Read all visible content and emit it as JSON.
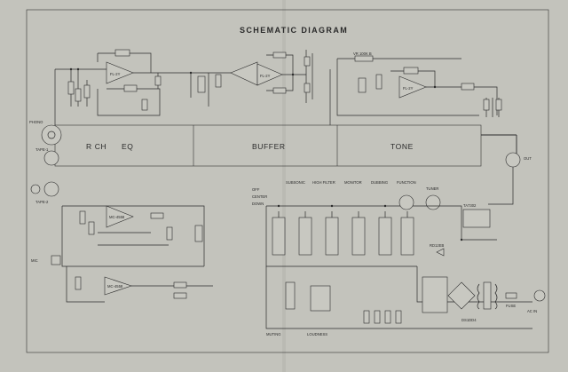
{
  "diagram": {
    "title": "SCHEMATIC DIAGRAM",
    "blocks": {
      "left": {
        "channel": "R CH",
        "name": "EQ"
      },
      "middle": "BUFFER",
      "right": "TONE"
    },
    "legend": {
      "header": [
        "SUBSONIC",
        "HIGH FILTER",
        "MONITOR",
        "DUBBING",
        "FUNCTION"
      ],
      "rows": [
        "OFF",
        "CENTER",
        "DOWN"
      ]
    },
    "inputs": {
      "phono": "PHONO",
      "tape1": "TAPE-1",
      "tape2": "TAPE-2",
      "mic": "MIC",
      "tuner": "TUNER",
      "out": "OUT"
    },
    "labels": {
      "opamp_1": "FL-2Y",
      "opamp_2": "FL-2Y",
      "opamp_3": "FL-2Y",
      "opamp_4": "MC-4558",
      "opamp_5": "MC-4558",
      "vr_100k_b": "VR 100K B",
      "transistor": "TA7302",
      "muting": "MUTING",
      "loudness": "LOUDNESS",
      "fuse": "FUSE",
      "ac_in": "AC IN",
      "rectifier": "DS1DD4",
      "zener": "RD12EB"
    }
  }
}
